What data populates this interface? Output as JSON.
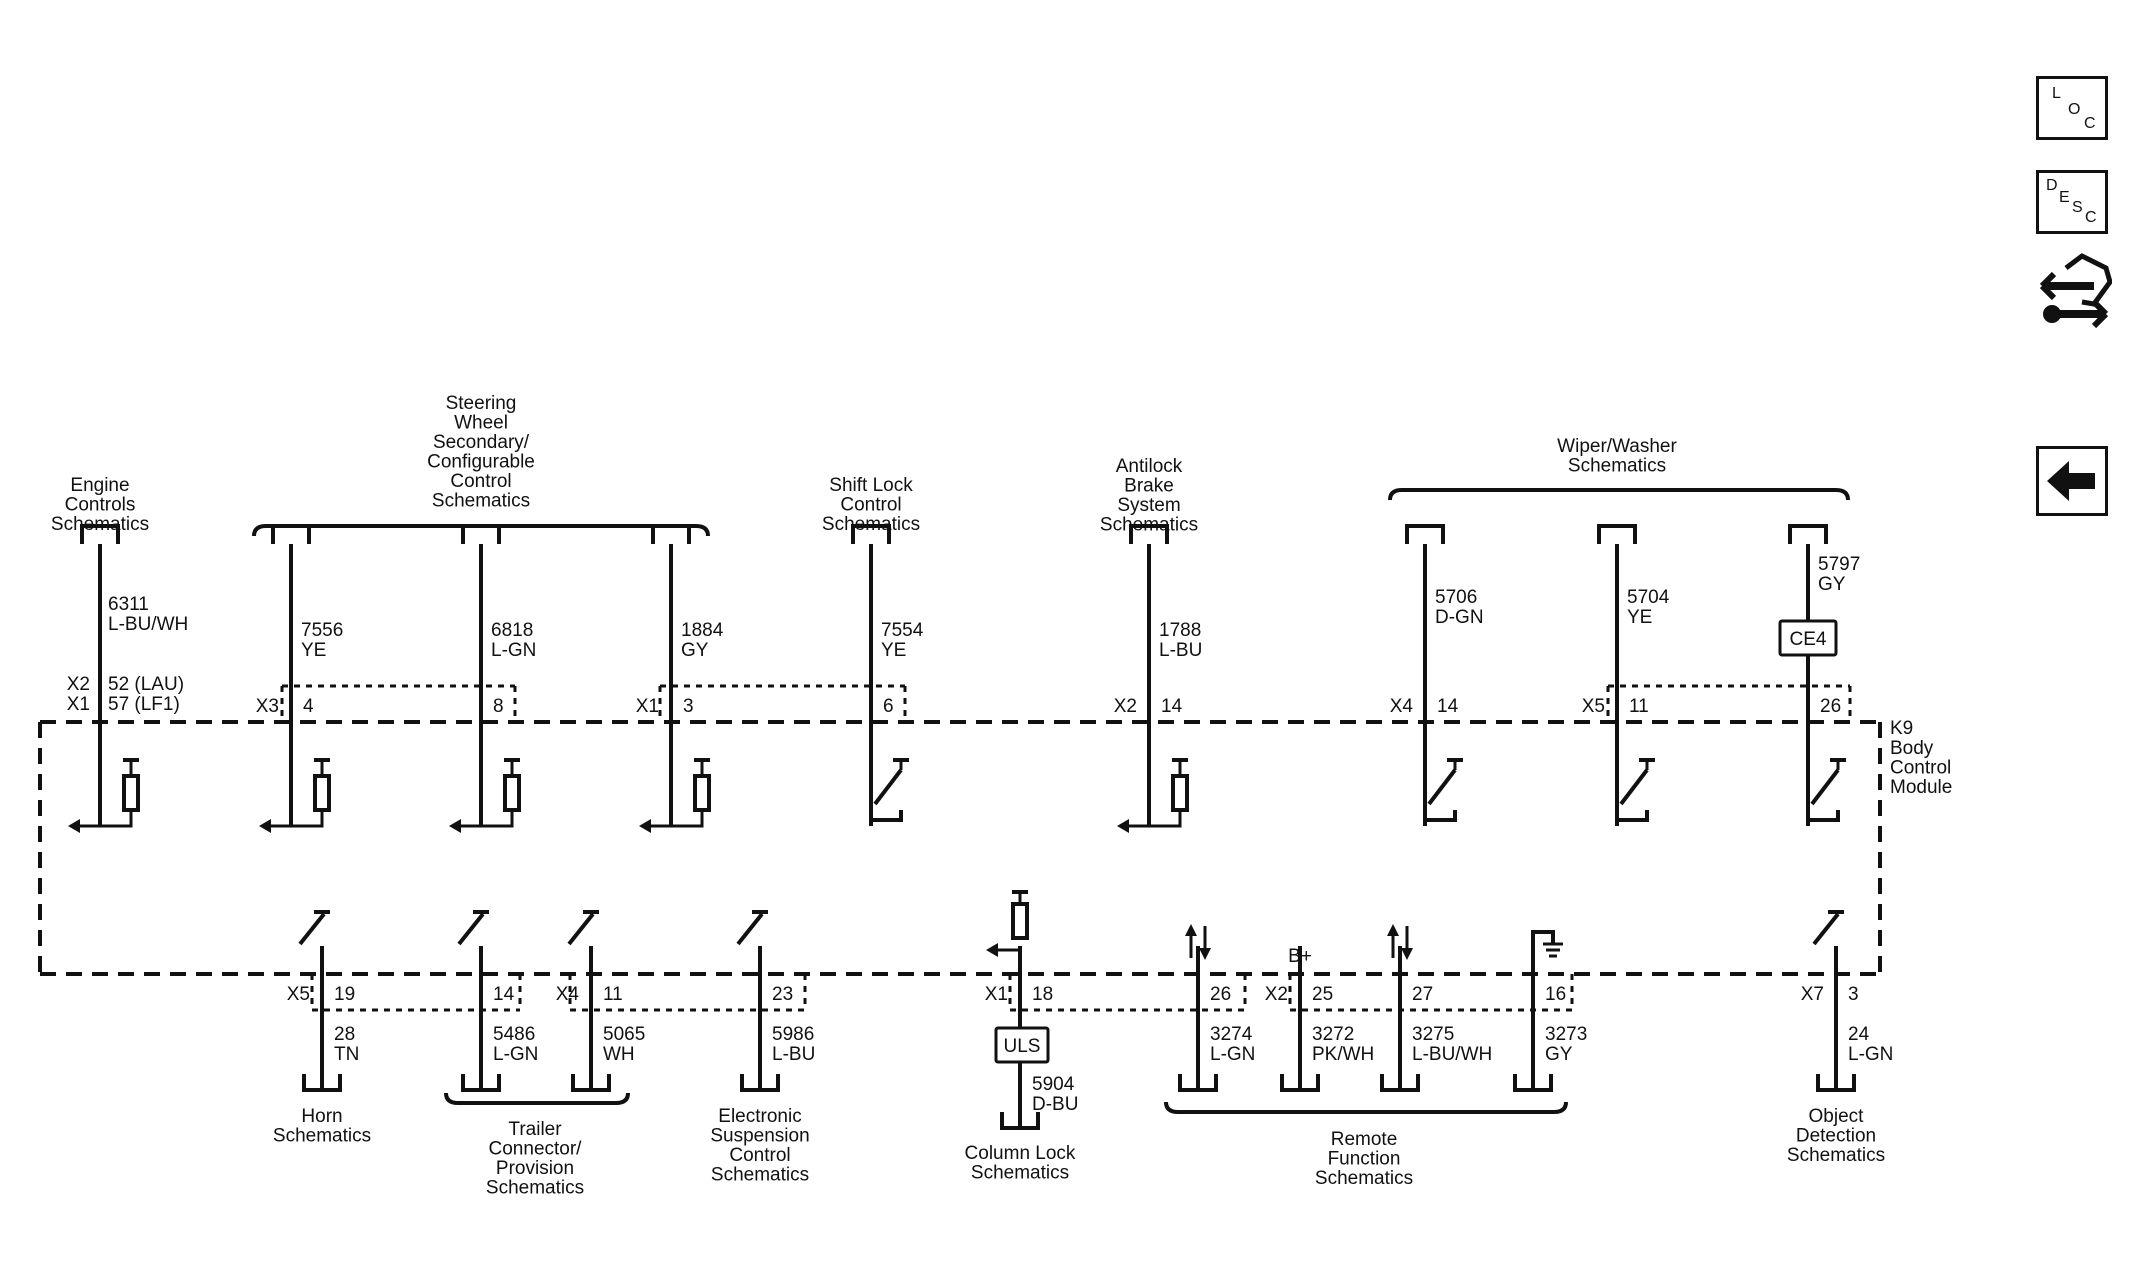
{
  "module": {
    "ref": "K9",
    "name_lines": [
      "Body",
      "Control",
      "Module"
    ]
  },
  "sidebar": {
    "loc": {
      "letters": [
        "L",
        "O",
        "C"
      ]
    },
    "desc": {
      "letters": [
        "D",
        "E",
        "S",
        "C"
      ]
    },
    "connector_icon": "connector-view-icon",
    "back_icon": "arrow-left-icon"
  },
  "inline_components": {
    "ce4": "CE4",
    "uls": "ULS"
  },
  "power_label": "B+",
  "top_circuits": [
    {
      "id": "engine",
      "dest": [
        "Engine",
        "Controls",
        "Schematics"
      ],
      "circuit": "6311",
      "color": "L-BU/WH",
      "conn_lines": [
        "X2",
        "X1"
      ],
      "pin_lines": [
        "52 (LAU)",
        "57 (LF1)"
      ]
    },
    {
      "id": "sw1",
      "circuit": "7556",
      "color": "YE",
      "conn": "X3",
      "pin": "4"
    },
    {
      "id": "sw2",
      "circuit": "6818",
      "color": "L-GN",
      "conn": "",
      "pin": "8"
    },
    {
      "id": "sw3",
      "circuit": "1884",
      "color": "GY",
      "conn": "X1",
      "pin": "3"
    },
    {
      "id": "shift",
      "dest": [
        "Shift Lock",
        "Control",
        "Schematics"
      ],
      "circuit": "7554",
      "color": "YE",
      "conn": "",
      "pin": "6"
    },
    {
      "id": "abs",
      "dest": [
        "Antilock",
        "Brake",
        "System",
        "Schematics"
      ],
      "circuit": "1788",
      "color": "L-BU",
      "conn": "X2",
      "pin": "14"
    },
    {
      "id": "ww1",
      "circuit": "5706",
      "color": "D-GN",
      "conn": "X4",
      "pin": "14"
    },
    {
      "id": "ww2",
      "circuit": "5704",
      "color": "YE",
      "conn": "X5",
      "pin": "11"
    },
    {
      "id": "ww3",
      "circuit": "5797",
      "color": "GY",
      "conn": "",
      "pin": "26"
    }
  ],
  "top_groups": {
    "steering": [
      "Steering",
      "Wheel",
      "Secondary/",
      "Configurable",
      "Control",
      "Schematics"
    ],
    "wiper": [
      "Wiper/Washer",
      "Schematics"
    ]
  },
  "bottom_circuits": [
    {
      "id": "horn",
      "conn": "X5",
      "pin": "19",
      "circuit": "28",
      "color": "TN",
      "dest": [
        "Horn",
        "Schematics"
      ]
    },
    {
      "id": "tr1",
      "conn": "",
      "pin": "14",
      "circuit": "5486",
      "color": "L-GN"
    },
    {
      "id": "tr2",
      "conn": "X4",
      "pin": "11",
      "circuit": "5065",
      "color": "WH"
    },
    {
      "id": "esc",
      "conn": "",
      "pin": "23",
      "circuit": "5986",
      "color": "L-BU",
      "dest": [
        "Electronic",
        "Suspension",
        "Control",
        "Schematics"
      ]
    },
    {
      "id": "col",
      "conn": "X1",
      "pin": "18",
      "circuit": "5904",
      "color": "D-BU",
      "dest": [
        "Column Lock",
        "Schematics"
      ]
    },
    {
      "id": "rf1",
      "conn": "",
      "pin": "26",
      "circuit": "3274",
      "color": "L-GN"
    },
    {
      "id": "rf2",
      "conn": "X2",
      "pin": "25",
      "circuit": "3272",
      "color": "PK/WH"
    },
    {
      "id": "rf3",
      "conn": "",
      "pin": "27",
      "circuit": "3275",
      "color": "L-BU/WH"
    },
    {
      "id": "rf4",
      "conn": "",
      "pin": "16",
      "circuit": "3273",
      "color": "GY"
    },
    {
      "id": "obj",
      "conn": "X7",
      "pin": "3",
      "circuit": "24",
      "color": "L-GN",
      "dest": [
        "Object",
        "Detection",
        "Schematics"
      ]
    }
  ],
  "bottom_groups": {
    "trailer": [
      "Trailer",
      "Connector/",
      "Provision",
      "Schematics"
    ],
    "remote": [
      "Remote",
      "Function",
      "Schematics"
    ]
  }
}
